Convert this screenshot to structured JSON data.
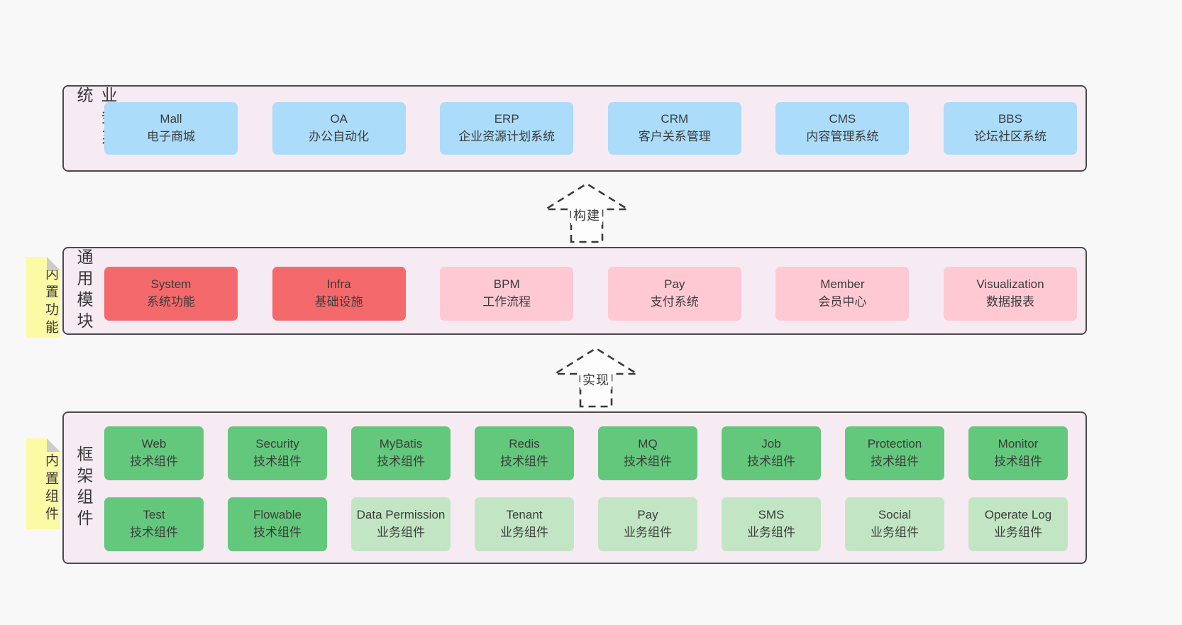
{
  "colors": {
    "page-bg": "#f8f8f8",
    "panel-bg": "#f6eaf3",
    "panel-border": "#4a4a4a",
    "text": "#3d3d3d",
    "blue": "#abdcfa",
    "red": "#f4696b",
    "pink": "#fec9d3",
    "green": "#63c87c",
    "green-light": "#c2e6c4",
    "note-yellow": "#fbfaa5",
    "note-fold": "#cccccc"
  },
  "arrows": [
    {
      "label": "构建"
    },
    {
      "label": "实现"
    }
  ],
  "sections": [
    {
      "label": "业务系统",
      "boxes": [
        {
          "title": "Mall",
          "subtitle": "电子商城"
        },
        {
          "title": "OA",
          "subtitle": "办公自动化"
        },
        {
          "title": "ERP",
          "subtitle": "企业资源计划系统"
        },
        {
          "title": "CRM",
          "subtitle": "客户关系管理"
        },
        {
          "title": "CMS",
          "subtitle": "内容管理系统"
        },
        {
          "title": "BBS",
          "subtitle": "论坛社区系统"
        }
      ]
    },
    {
      "label": "通用模块",
      "note": "内置功能",
      "boxes": [
        {
          "title": "System",
          "subtitle": "系统功能"
        },
        {
          "title": "Infra",
          "subtitle": "基础设施"
        },
        {
          "title": "BPM",
          "subtitle": "工作流程"
        },
        {
          "title": "Pay",
          "subtitle": "支付系统"
        },
        {
          "title": "Member",
          "subtitle": "会员中心"
        },
        {
          "title": "Visualization",
          "subtitle": "数据报表"
        }
      ]
    },
    {
      "label": "框架组件",
      "note": "内置组件",
      "rows": [
        [
          {
            "title": "Web",
            "subtitle": "技术组件"
          },
          {
            "title": "Security",
            "subtitle": "技术组件"
          },
          {
            "title": "MyBatis",
            "subtitle": "技术组件"
          },
          {
            "title": "Redis",
            "subtitle": "技术组件"
          },
          {
            "title": "MQ",
            "subtitle": "技术组件"
          },
          {
            "title": "Job",
            "subtitle": "技术组件"
          },
          {
            "title": "Protection",
            "subtitle": "技术组件"
          },
          {
            "title": "Monitor",
            "subtitle": "技术组件"
          }
        ],
        [
          {
            "title": "Test",
            "subtitle": "技术组件"
          },
          {
            "title": "Flowable",
            "subtitle": "技术组件"
          },
          {
            "title": "Data Permission",
            "subtitle": "业务组件"
          },
          {
            "title": "Tenant",
            "subtitle": "业务组件"
          },
          {
            "title": "Pay",
            "subtitle": "业务组件"
          },
          {
            "title": "SMS",
            "subtitle": "业务组件"
          },
          {
            "title": "Social",
            "subtitle": "业务组件"
          },
          {
            "title": "Operate Log",
            "subtitle": "业务组件"
          }
        ]
      ]
    }
  ]
}
